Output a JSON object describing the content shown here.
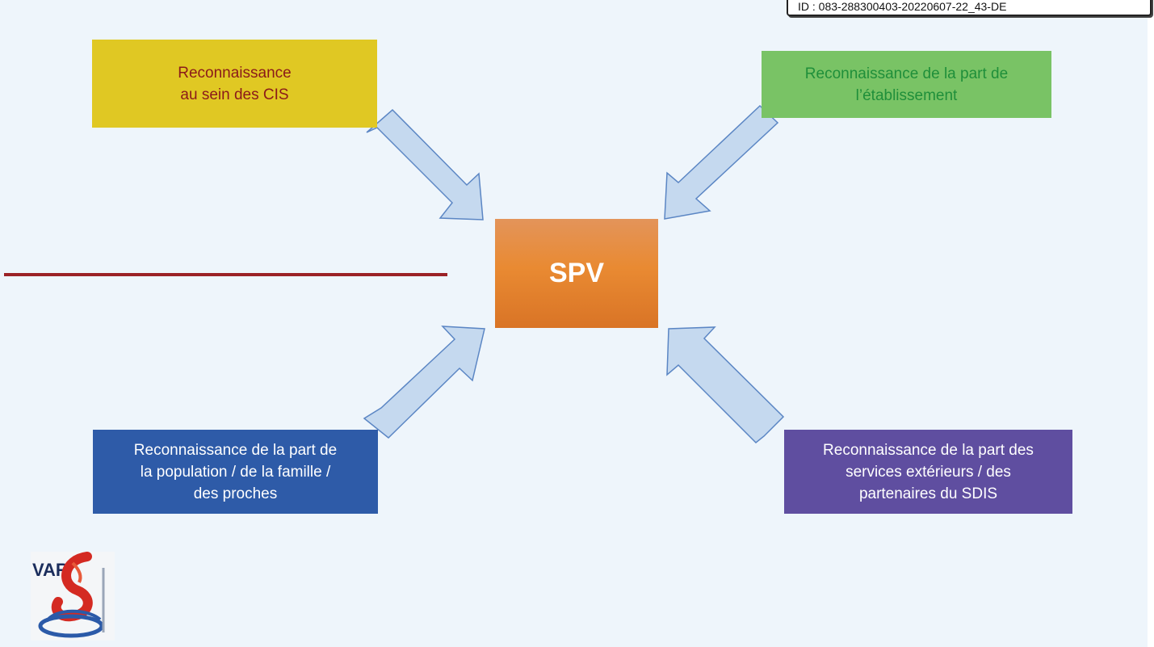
{
  "header": {
    "id_text": "ID : 083-288300403-20220607-22_43-DE"
  },
  "center": {
    "label": "SPV"
  },
  "boxes": {
    "cis": "Reconnaissance\nau sein des CIS",
    "etablissement": "Reconnaissance de la part de\nl’établissement",
    "population": "Reconnaissance de la part de\nla population  / de la famille /\ndes proches",
    "services": "Reconnaissance de la part des\nservices extérieurs / des\npartenaires du SDIS"
  },
  "logo": {
    "text": "VAR"
  },
  "colors": {
    "cis": "#e0c823",
    "etablissement": "#79c365",
    "population": "#2e5ba8",
    "services": "#5f4ea0",
    "spv": "#e98a32",
    "arrow_fill": "#c5d9ef",
    "arrow_stroke": "#5b86c4",
    "divider": "#9b2226"
  }
}
